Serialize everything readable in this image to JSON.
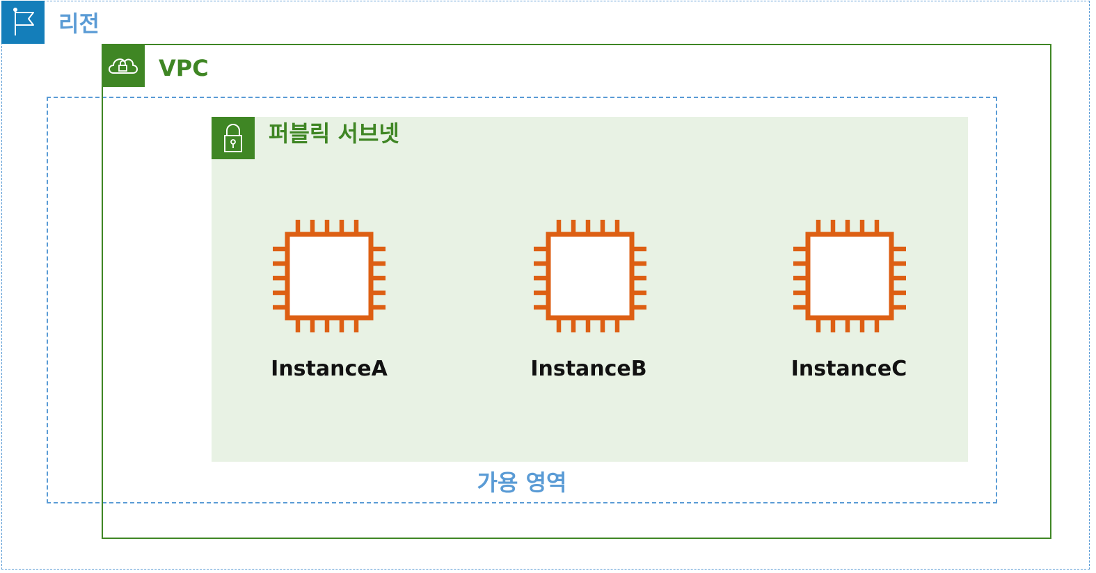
{
  "region": {
    "label": "리전",
    "icon": "region-flag-icon",
    "color": "#5a9bd5",
    "icon_bg": "#147eba"
  },
  "vpc": {
    "label": "VPC",
    "icon": "vpc-cloud-lock-icon",
    "color": "#3f8624"
  },
  "availability_zone": {
    "label": "가용 영역",
    "color": "#5a9bd5"
  },
  "public_subnet": {
    "label": "퍼블릭 서브넷",
    "icon": "subnet-lock-icon",
    "color": "#3f8624",
    "background": "#e8f2e4"
  },
  "instances": [
    {
      "label": "InstanceA",
      "icon": "ec2-instance-icon",
      "color": "#dd5f13"
    },
    {
      "label": "InstanceB",
      "icon": "ec2-instance-icon",
      "color": "#dd5f13"
    },
    {
      "label": "InstanceC",
      "icon": "ec2-instance-icon",
      "color": "#dd5f13"
    }
  ]
}
